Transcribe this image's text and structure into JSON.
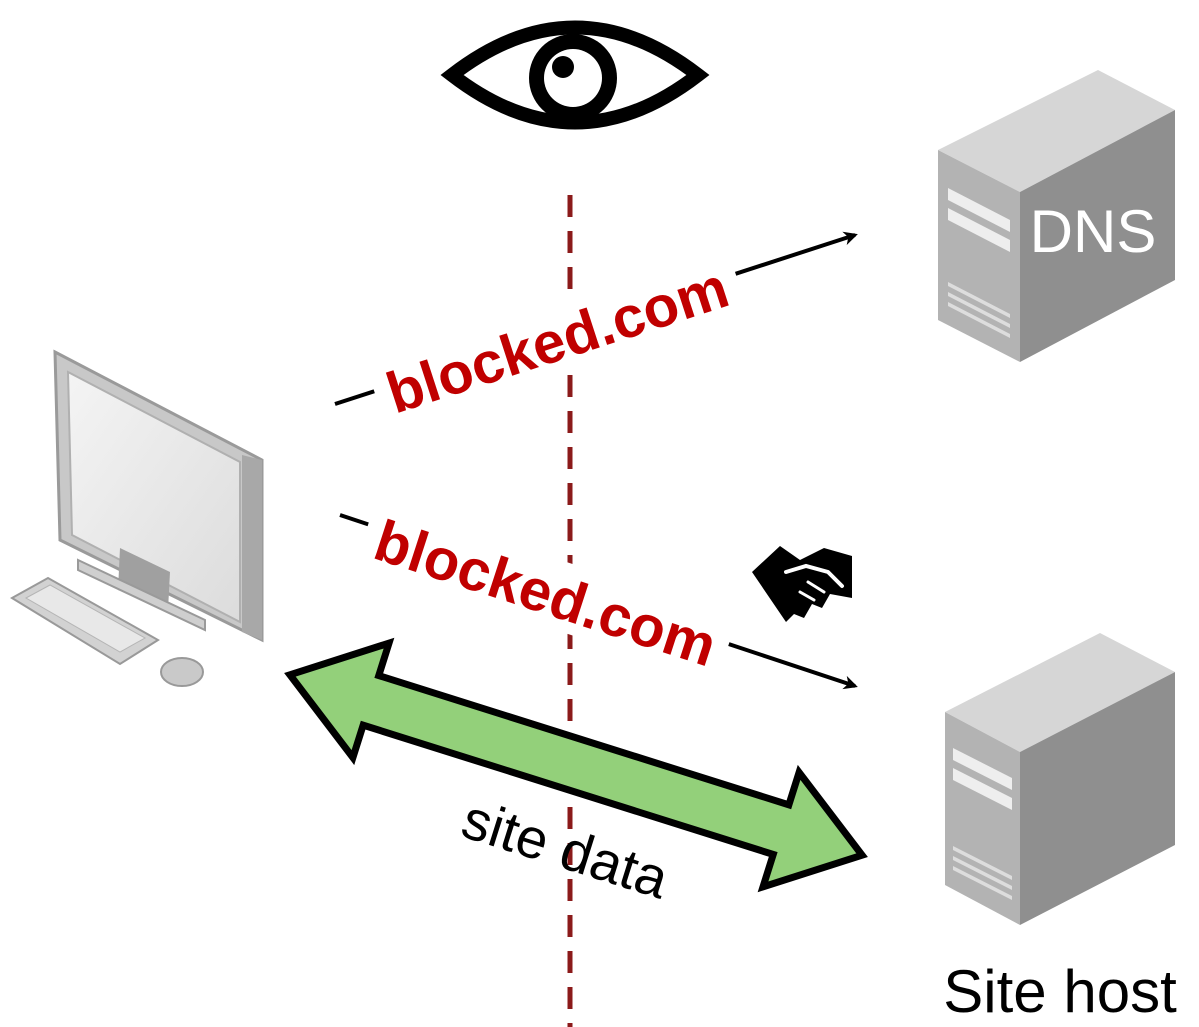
{
  "diagram": {
    "observer": {
      "icon": "eye-icon"
    },
    "client": {
      "icon": "desktop-computer-icon"
    },
    "dns_server": {
      "icon": "server-icon",
      "label": "DNS"
    },
    "site_host": {
      "icon": "server-icon",
      "label": "Site host"
    },
    "dns_query": {
      "label": "blocked.com"
    },
    "tls_hello": {
      "label": "blocked.com",
      "icon": "handshake-icon"
    },
    "data_flow": {
      "label": "site data"
    },
    "colors": {
      "blocked_text": "#c00000",
      "observer_line": "#8b1a1a",
      "data_arrow_fill": "#93d07a",
      "server_body": "#a9a9a9",
      "arrow": "#000000"
    }
  }
}
